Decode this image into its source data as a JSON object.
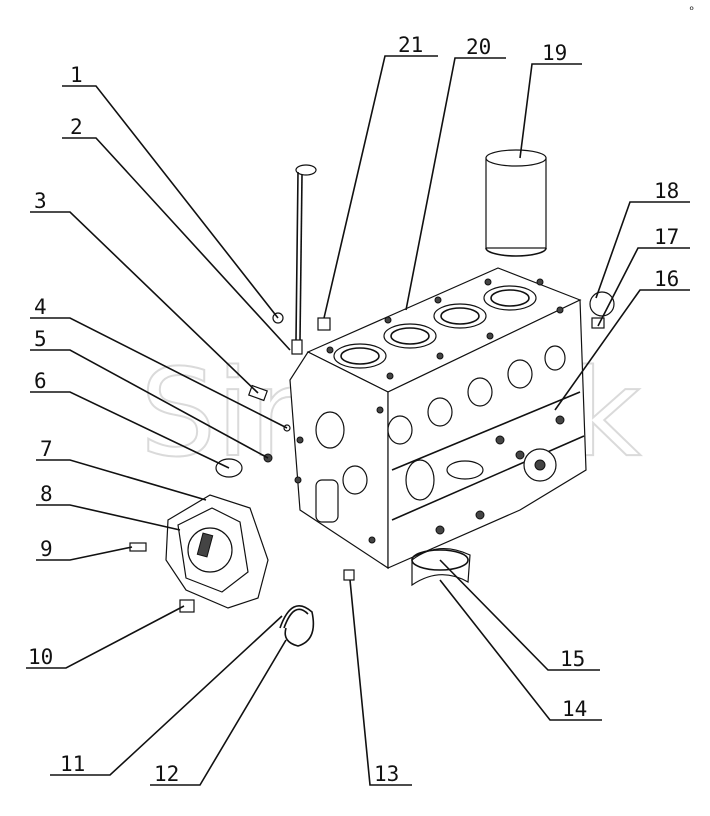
{
  "figure": {
    "watermark_text": "Sinotruk",
    "callouts": [
      {
        "id": "callout-1",
        "label": "1"
      },
      {
        "id": "callout-2",
        "label": "2"
      },
      {
        "id": "callout-3",
        "label": "3"
      },
      {
        "id": "callout-4",
        "label": "4"
      },
      {
        "id": "callout-5",
        "label": "5"
      },
      {
        "id": "callout-6",
        "label": "6"
      },
      {
        "id": "callout-7",
        "label": "7"
      },
      {
        "id": "callout-8",
        "label": "8"
      },
      {
        "id": "callout-9",
        "label": "9"
      },
      {
        "id": "callout-10",
        "label": "10"
      },
      {
        "id": "callout-11",
        "label": "11"
      },
      {
        "id": "callout-12",
        "label": "12"
      },
      {
        "id": "callout-13",
        "label": "13"
      },
      {
        "id": "callout-14",
        "label": "14"
      },
      {
        "id": "callout-15",
        "label": "15"
      },
      {
        "id": "callout-16",
        "label": "16"
      },
      {
        "id": "callout-17",
        "label": "17"
      },
      {
        "id": "callout-18",
        "label": "18"
      },
      {
        "id": "callout-19",
        "label": "19"
      },
      {
        "id": "callout-20",
        "label": "20"
      },
      {
        "id": "callout-21",
        "label": "21"
      }
    ]
  }
}
